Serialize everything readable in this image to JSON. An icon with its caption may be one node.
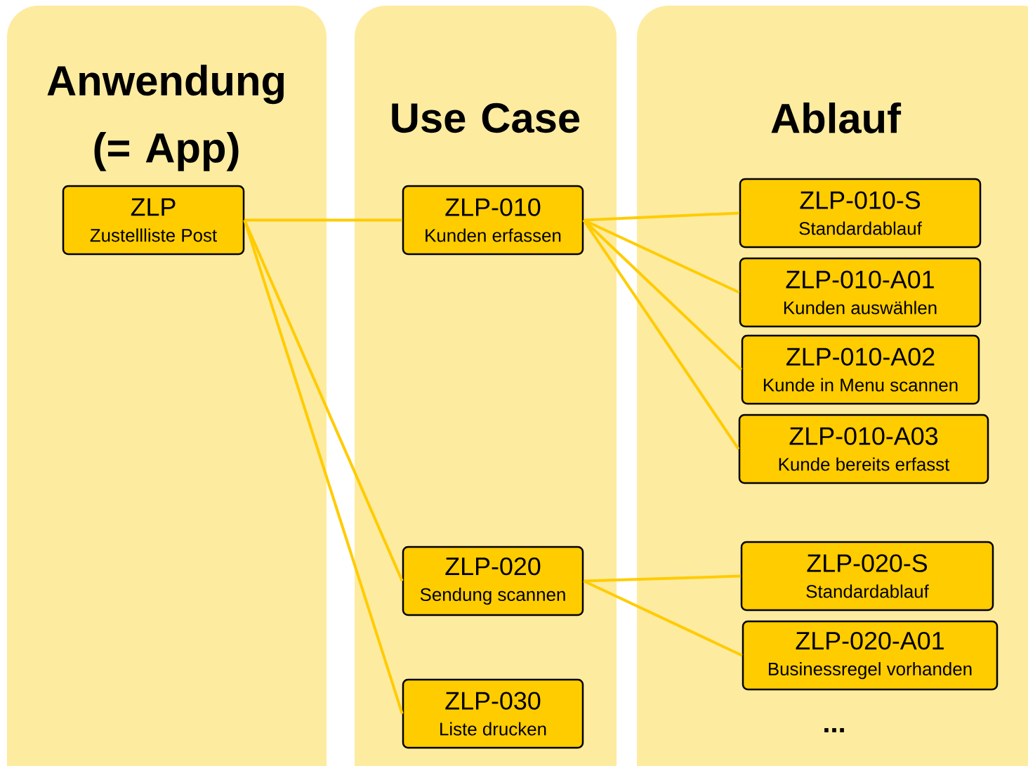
{
  "diagram": {
    "nodes": [
      {
        "text": [
          "Anwendung (= App)"
        ]
      },
      {
        "text": [
          "Use Case"
        ]
      },
      {
        "text": [
          "Ablauf"
        ]
      },
      {
        "text": [
          "ZLP",
          "Zustellliste Post"
        ],
        "in": 0
      },
      {
        "text": [
          "ZLP-010",
          "Kunden erfassen"
        ],
        "in": 1
      },
      {
        "text": [
          "ZLP-020",
          "Sendung scannen"
        ],
        "in": 1
      },
      {
        "text": [
          "ZLP-030",
          "Liste drucken"
        ],
        "in": 1
      },
      {
        "text": [
          "ZLP-010-S",
          "Standardablauf"
        ],
        "in": 2
      },
      {
        "text": [
          "ZLP-010-A01",
          "Kunden auswählen"
        ],
        "in": 2
      },
      {
        "text": [
          "ZLP-010-A02",
          "Kunde in Menu scannen"
        ],
        "in": 2
      },
      {
        "text": [
          "ZLP-010-A03",
          "Kunde bereits erfasst"
        ],
        "in": 2
      },
      {
        "text": [
          "ZLP-020-S",
          "Standardablauf"
        ],
        "in": 2
      },
      {
        "text": [
          "ZLP-020-A01",
          "Businessregel vorhanden"
        ],
        "in": 2
      }
    ],
    "edges": [
      {
        "from": 3,
        "to": 4,
        "arrow": "none"
      },
      {
        "from": 3,
        "to": 5,
        "arrow": "none"
      },
      {
        "from": 3,
        "to": 6,
        "arrow": "none"
      },
      {
        "from": 4,
        "to": 7,
        "arrow": "none"
      },
      {
        "from": 4,
        "to": 8,
        "arrow": "none"
      },
      {
        "from": 4,
        "to": 9,
        "arrow": "none"
      },
      {
        "from": 4,
        "to": 10,
        "arrow": "none"
      },
      {
        "from": 5,
        "to": 11,
        "arrow": "none"
      },
      {
        "from": 5,
        "to": 12,
        "arrow": "none"
      }
    ],
    "labels": [
      "..."
    ]
  }
}
